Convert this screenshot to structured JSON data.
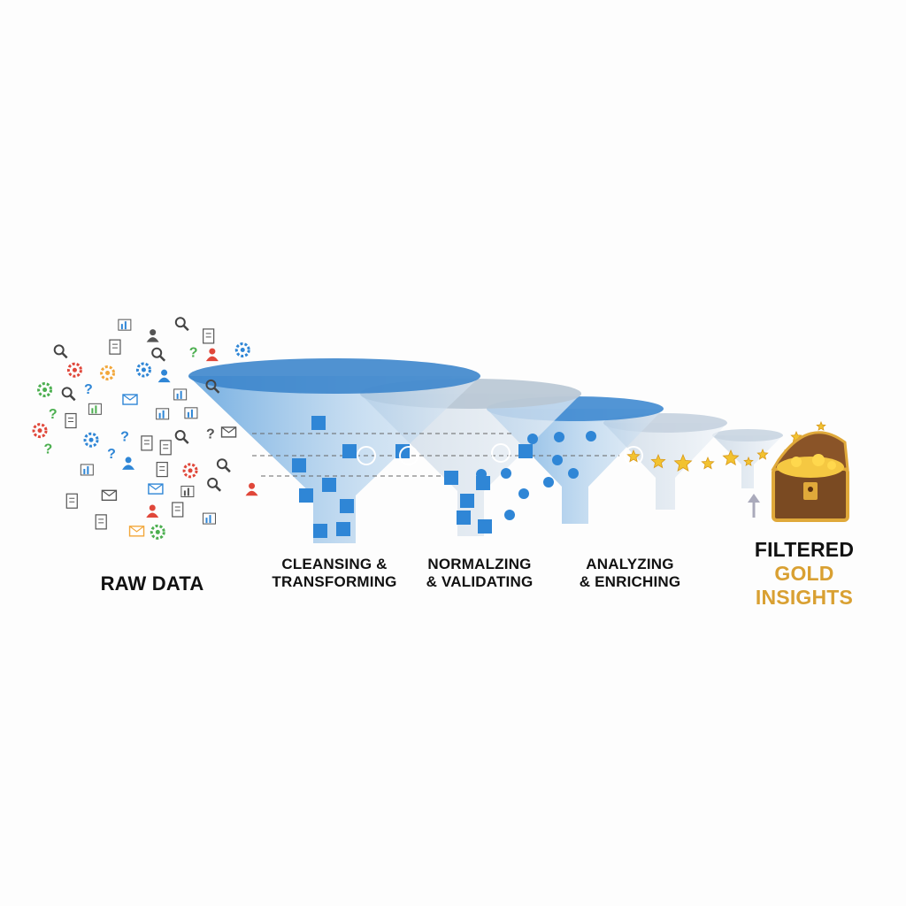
{
  "stages": [
    {
      "label": "RAW DATA"
    },
    {
      "line1": "CLEANSING &",
      "line2": "TRANSFORMING"
    },
    {
      "line1": "NORMALZING",
      "line2": "& VALIDATING"
    },
    {
      "line1": "ANALYZING",
      "line2": "& ENRICHING"
    }
  ],
  "result": {
    "line1": "FILTERED",
    "line2": "GOLD",
    "line3": "INSIGHTS"
  },
  "colors": {
    "funnel": "#4a90d0",
    "gold": "#d9a032",
    "chest": "#7a4a22",
    "icon_blue": "#2f86d6",
    "icon_red": "#e0473a",
    "icon_green": "#4caf50",
    "icon_orange": "#f2a73b"
  }
}
